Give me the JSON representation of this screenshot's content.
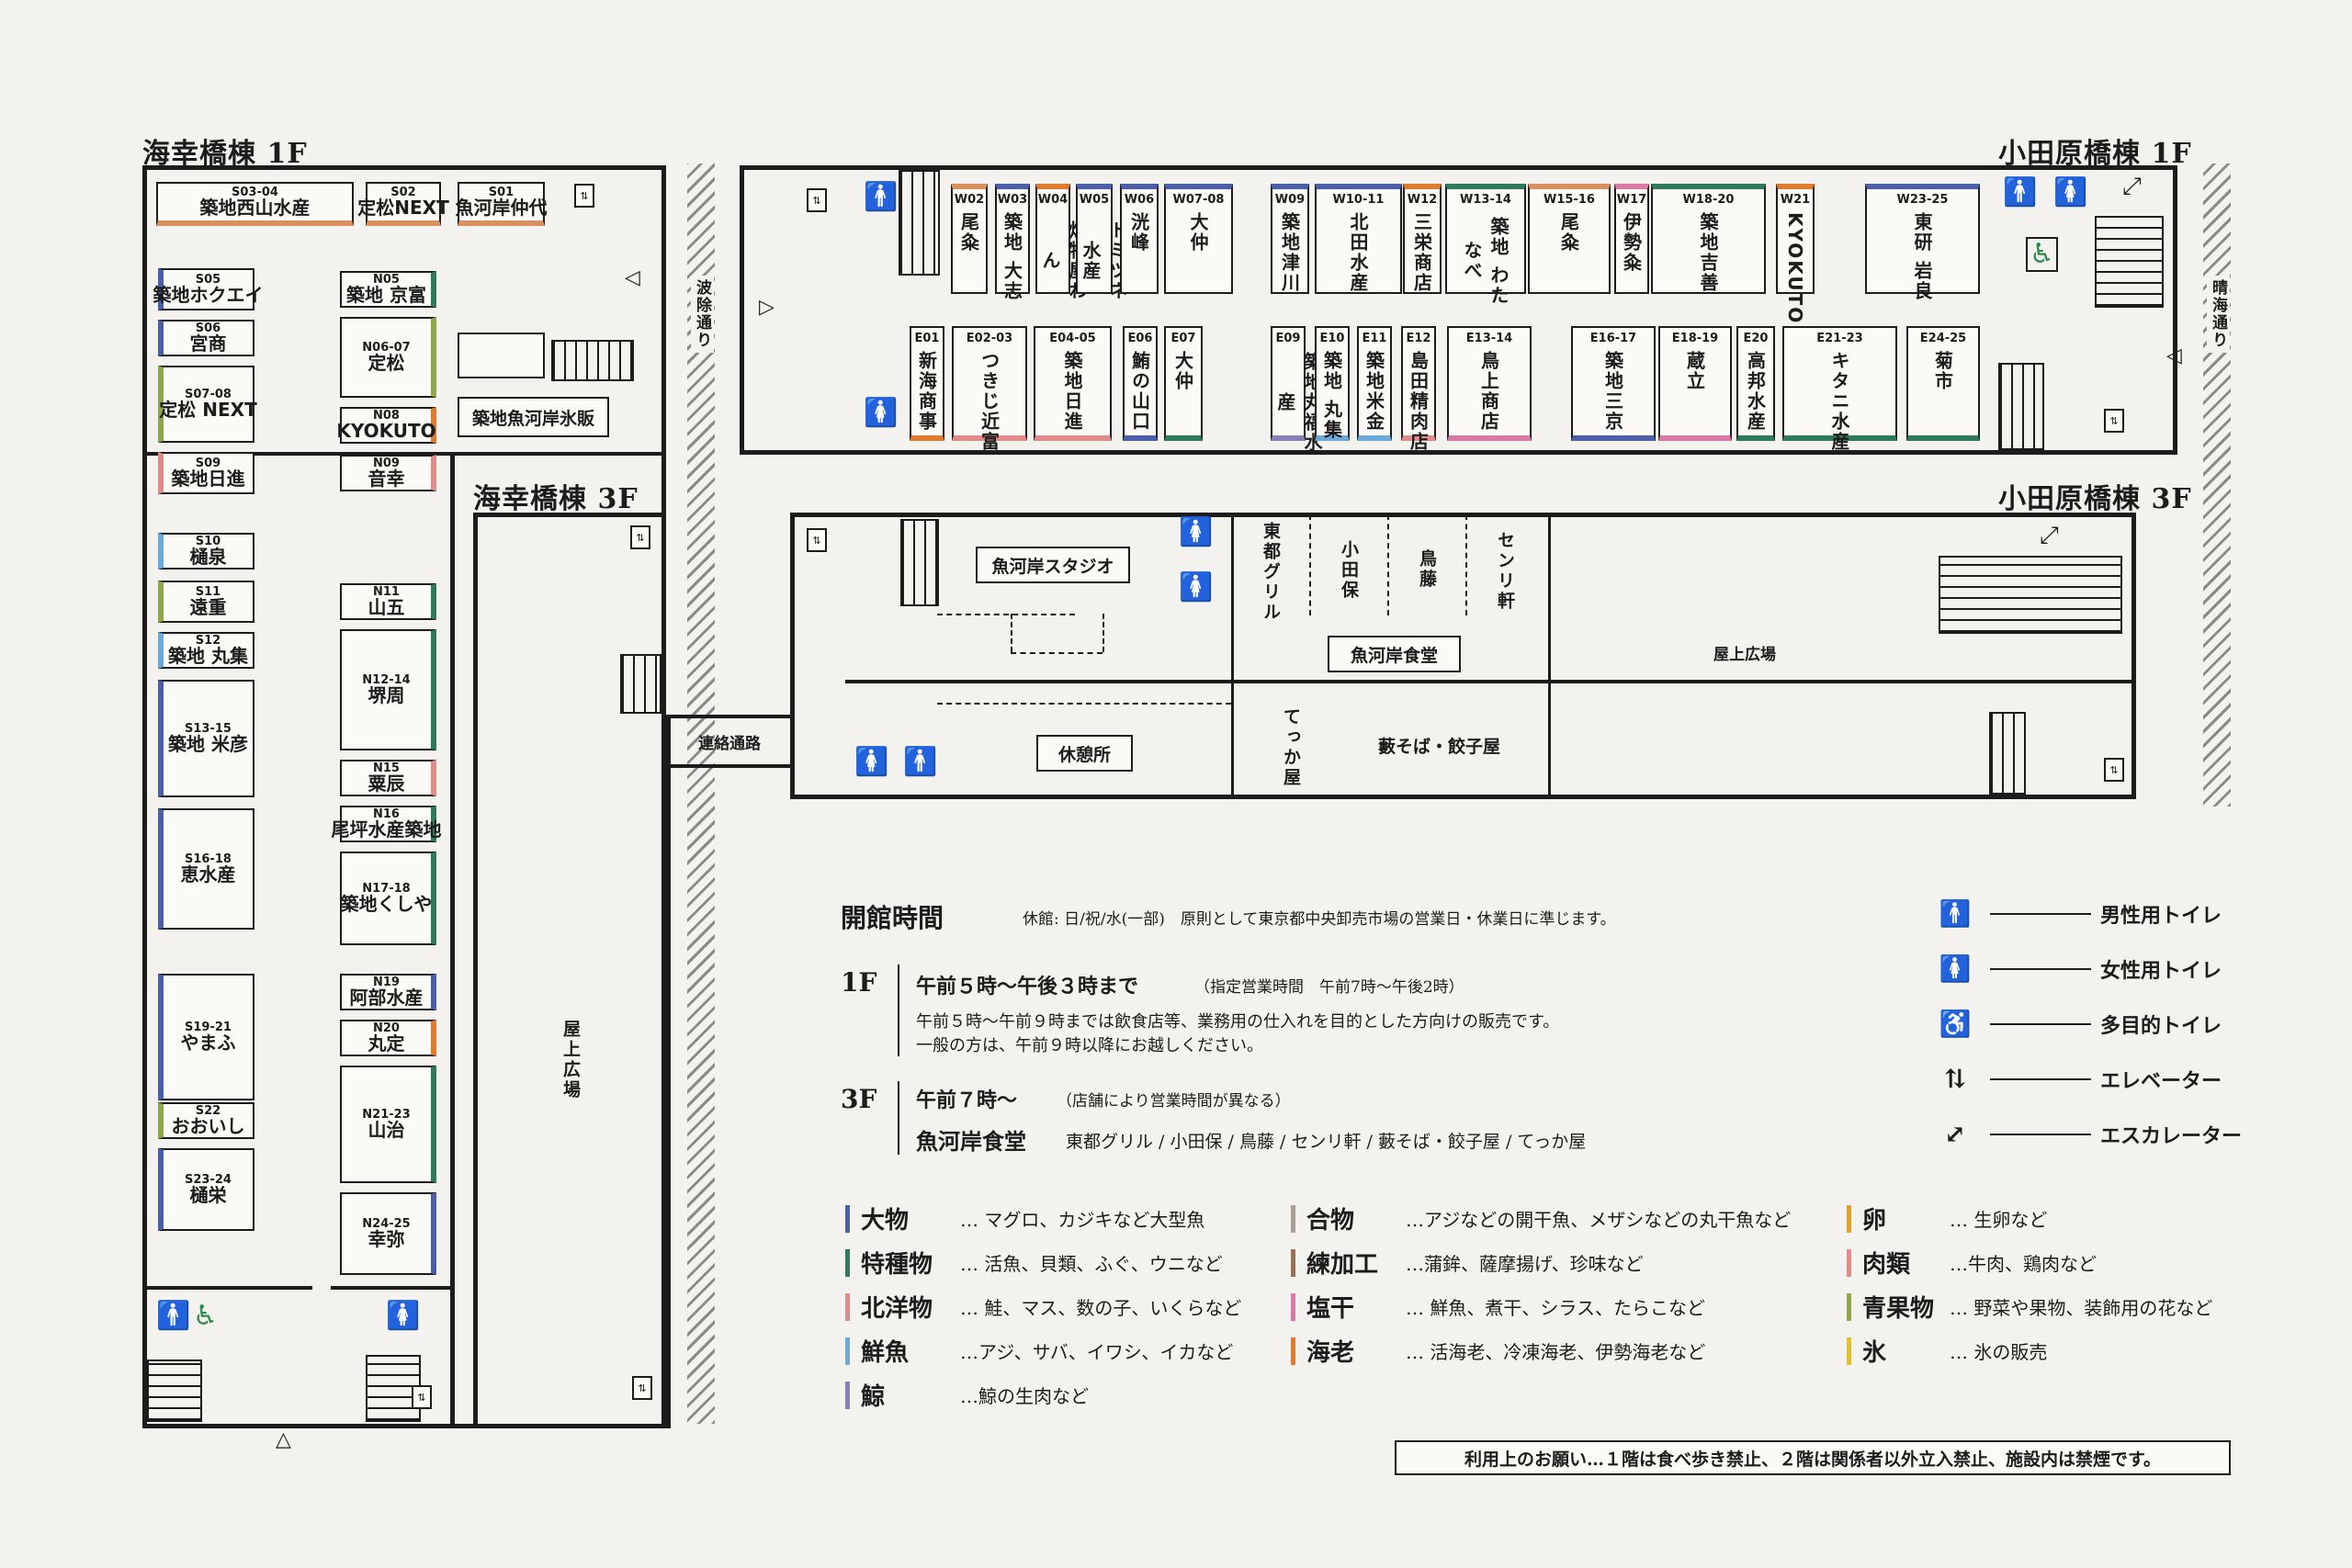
{
  "buildings": {
    "umisachi_1f": "海幸橋棟 1F",
    "umisachi_3f": "海幸橋棟 3F",
    "odawara_1f": "小田原橋棟 1F",
    "odawara_3f": "小田原橋棟 3F"
  },
  "streets": {
    "hayoke": "波除通り",
    "harumi": "晴海通り"
  },
  "places": {
    "okujo_left": "屋上広場",
    "okujo_right": "屋上広場",
    "renraku": "連絡通路",
    "studio": "魚河岸スタジオ",
    "shokudo": "魚河岸食堂",
    "kyukei": "休憩所",
    "r_toto": "東都グリル",
    "r_odaho": "小田保",
    "r_torito": "鳥藤",
    "r_senri": "センリ軒",
    "r_tekka": "てっか屋",
    "r_yabu": "藪そば・餃子屋"
  },
  "shops_s": [
    {
      "code": "S03-04",
      "name": "築地西山水産",
      "color": "#d9905f"
    },
    {
      "code": "S02",
      "name": "定松NEXT",
      "color": "#d9905f"
    },
    {
      "code": "S01",
      "name": "魚河岸仲代",
      "color": "#d9905f"
    },
    {
      "code": "S05",
      "name": "築地ホクエイ",
      "color": "#4a5fa8"
    },
    {
      "code": "S06",
      "name": "宮商",
      "color": "#4a5fa8"
    },
    {
      "code": "S07-08",
      "name": "定松 NEXT",
      "color": "#8fa64a"
    },
    {
      "code": "S09",
      "name": "築地日進",
      "color": "#e08a8a"
    },
    {
      "code": "S10",
      "name": "樋泉",
      "color": "#6aa9d9"
    },
    {
      "code": "S11",
      "name": "遠重",
      "color": "#8fa64a"
    },
    {
      "code": "S12",
      "name": "築地 丸集",
      "color": "#6aa9d9"
    },
    {
      "code": "S13-15",
      "name": "築地 米彦",
      "color": "#4a5fa8"
    },
    {
      "code": "S16-18",
      "name": "恵水産",
      "color": "#4a5fa8"
    },
    {
      "code": "S19-21",
      "name": "やまふ",
      "color": "#4a5fa8"
    },
    {
      "code": "S22",
      "name": "おおいし",
      "color": "#8fa64a"
    },
    {
      "code": "S23-24",
      "name": "樋栄",
      "color": "#4a5fa8"
    }
  ],
  "shops_n": [
    {
      "code": "N05",
      "name": "築地 京富",
      "color": "#2f7a5c"
    },
    {
      "code": "N06-07",
      "name": "定松",
      "color": "#8fa64a"
    },
    {
      "code": "N08",
      "name": "KYOKUTO",
      "color": "#e07a2f"
    },
    {
      "code": "N09",
      "name": "音幸",
      "color": "#e08a8a"
    },
    {
      "code": "N11",
      "name": "山五",
      "color": "#2f7a5c"
    },
    {
      "code": "N12-14",
      "name": "堺周",
      "color": "#2f7a5c"
    },
    {
      "code": "N15",
      "name": "粟辰",
      "color": "#e08a8a"
    },
    {
      "code": "N16",
      "name": "尾坪水産築地",
      "color": "#2f7a5c"
    },
    {
      "code": "N17-18",
      "name": "築地くしや",
      "color": "#2f7a5c"
    },
    {
      "code": "N19",
      "name": "阿部水産",
      "color": "#4a5fa8"
    },
    {
      "code": "N20",
      "name": "丸定",
      "color": "#e07a2f"
    },
    {
      "code": "N21-23",
      "name": "山治",
      "color": "#2f7a5c"
    },
    {
      "code": "N24-25",
      "name": "幸弥",
      "color": "#4a5fa8"
    }
  ],
  "hyohan": "築地魚河岸氷販",
  "shops_w": [
    {
      "code": "W02",
      "name": "尾粂",
      "color": "#d9905f"
    },
    {
      "code": "W03",
      "name": "築地 大志",
      "color": "#4a5fa8"
    },
    {
      "code": "W04",
      "name": "煉物屋わん",
      "color": "#e07a2f"
    },
    {
      "code": "W05",
      "name": "トミツネ水産",
      "color": "#4a5fa8"
    },
    {
      "code": "W06",
      "name": "洸峰",
      "color": "#4a5fa8"
    },
    {
      "code": "W07-08",
      "name": "大仲",
      "color": "#4a5fa8"
    },
    {
      "code": "W09",
      "name": "築地津川",
      "color": "#4a5fa8"
    },
    {
      "code": "W10-11",
      "name": "北田水産",
      "color": "#4a5fa8"
    },
    {
      "code": "W12",
      "name": "三栄商店",
      "color": "#e07a2f"
    },
    {
      "code": "W13-14",
      "name": "築地 わたなべ",
      "color": "#2f7a5c"
    },
    {
      "code": "W15-16",
      "name": "尾粂",
      "color": "#d9905f"
    },
    {
      "code": "W17",
      "name": "伊勢粂",
      "color": "#d97aa6"
    },
    {
      "code": "W18-20",
      "name": "築地吉善",
      "color": "#2f7a5c"
    },
    {
      "code": "W21",
      "name": "KYOKUTO",
      "color": "#e07a2f"
    },
    {
      "code": "W23-25",
      "name": "東研 岩良",
      "color": "#4a5fa8"
    }
  ],
  "shops_e": [
    {
      "code": "E01",
      "name": "新海商事",
      "color": "#e07a2f"
    },
    {
      "code": "E02-03",
      "name": "つきじ近富",
      "color": "#e08a8a"
    },
    {
      "code": "E04-05",
      "name": "築地日進",
      "color": "#e08a8a"
    },
    {
      "code": "E06",
      "name": "鮪の山口",
      "color": "#4a5fa8"
    },
    {
      "code": "E07",
      "name": "大仲",
      "color": "#2f7a5c"
    },
    {
      "code": "E09",
      "name": "築地丸福水産",
      "color": "#8a7fb8"
    },
    {
      "code": "E10",
      "name": "築地 丸集",
      "color": "#6aa9d9"
    },
    {
      "code": "E11",
      "name": "築地米金",
      "color": "#6aa9d9"
    },
    {
      "code": "E12",
      "name": "島田精肉店",
      "color": "#e08a8a"
    },
    {
      "code": "E13-14",
      "name": "鳥上商店",
      "color": "#d97aa6"
    },
    {
      "code": "E16-17",
      "name": "築地三京",
      "color": "#4a5fa8"
    },
    {
      "code": "E18-19",
      "name": "蔵立",
      "color": "#d97aa6"
    },
    {
      "code": "E20",
      "name": "高邦水産",
      "color": "#2f7a5c"
    },
    {
      "code": "E21-23",
      "name": "キタニ水産",
      "color": "#2f7a5c"
    },
    {
      "code": "E24-25",
      "name": "菊市",
      "color": "#2f7a5c"
    }
  ],
  "hours": {
    "title": "開館時間",
    "holiday": "休館: 日/祝/水(一部)　原則として東京都中央卸売市場の営業日・休業日に準じます。",
    "f1_label": "1F",
    "f1_main": "午前５時〜午後３時まで",
    "f1_note": "（指定営業時間　午前7時〜午後2時）",
    "f1_line1": "午前５時〜午前９時までは飲食店等、業務用の仕入れを目的とした方向けの販売です。",
    "f1_line2": "一般の方は、午前９時以降にお越しください。",
    "f3_label": "3F",
    "f3_main": "午前７時〜",
    "f3_note": "（店舗により営業時間が異なる）",
    "f3_shokudo": "魚河岸食堂",
    "f3_list": "東都グリル / 小田保 / 鳥藤 / センリ軒 / 藪そば・餃子屋 / てっか屋"
  },
  "categories": [
    {
      "name": "大物",
      "desc": "… マグロ、カジキなど大型魚",
      "color": "#4a5fa8"
    },
    {
      "name": "特種物",
      "desc": "… 活魚、貝類、ふぐ、ウニなど",
      "color": "#2f7a5c"
    },
    {
      "name": "北洋物",
      "desc": "… 鮭、マス、数の子、いくらなど",
      "color": "#e08a8a"
    },
    {
      "name": "鮮魚",
      "desc": "…アジ、サバ、イワシ、イカなど",
      "color": "#6aa9d9"
    },
    {
      "name": "鯨",
      "desc": "…鯨の生肉など",
      "color": "#8a7fb8"
    },
    {
      "name": "合物",
      "desc": "…アジなどの開干魚、メザシなどの丸干魚など",
      "color": "#a8a098"
    },
    {
      "name": "練加工",
      "desc": "…蒲鉾、薩摩揚げ、珍味など",
      "color": "#9a6f55"
    },
    {
      "name": "塩干",
      "desc": "… 鮮魚、煮干、シラス、たらこなど",
      "color": "#d97aa6"
    },
    {
      "name": "海老",
      "desc": "… 活海老、冷凍海老、伊勢海老など",
      "color": "#e07a2f"
    },
    {
      "name": "卵",
      "desc": "… 生卵など",
      "color": "#e0a030"
    },
    {
      "name": "肉類",
      "desc": "…牛肉、鶏肉など",
      "color": "#e08a8a"
    },
    {
      "name": "青果物",
      "desc": "… 野菜や果物、装飾用の花など",
      "color": "#8fa64a"
    },
    {
      "name": "氷",
      "desc": "… 氷の販売",
      "color": "#e0c030"
    }
  ],
  "legend": [
    {
      "icon": "male-toilet-icon",
      "glyph": "🚹",
      "label": "男性用トイレ",
      "color": "#2f4aa8"
    },
    {
      "icon": "female-toilet-icon",
      "glyph": "🚺",
      "label": "女性用トイレ",
      "color": "#c43a4a"
    },
    {
      "icon": "accessible-toilet-icon",
      "glyph": "♿",
      "label": "多目的トイレ",
      "color": "#2f8a4a"
    },
    {
      "icon": "elevator-icon",
      "glyph": "⇅",
      "label": "エレベーター",
      "color": "#1c1c1c"
    },
    {
      "icon": "escalator-icon",
      "glyph": "⤢",
      "label": "エスカレーター",
      "color": "#1c1c1c"
    }
  ],
  "notice": "利用上のお願い…１階は食べ歩き禁止、２階は関係者以外立入禁止、施設内は禁煙です。"
}
